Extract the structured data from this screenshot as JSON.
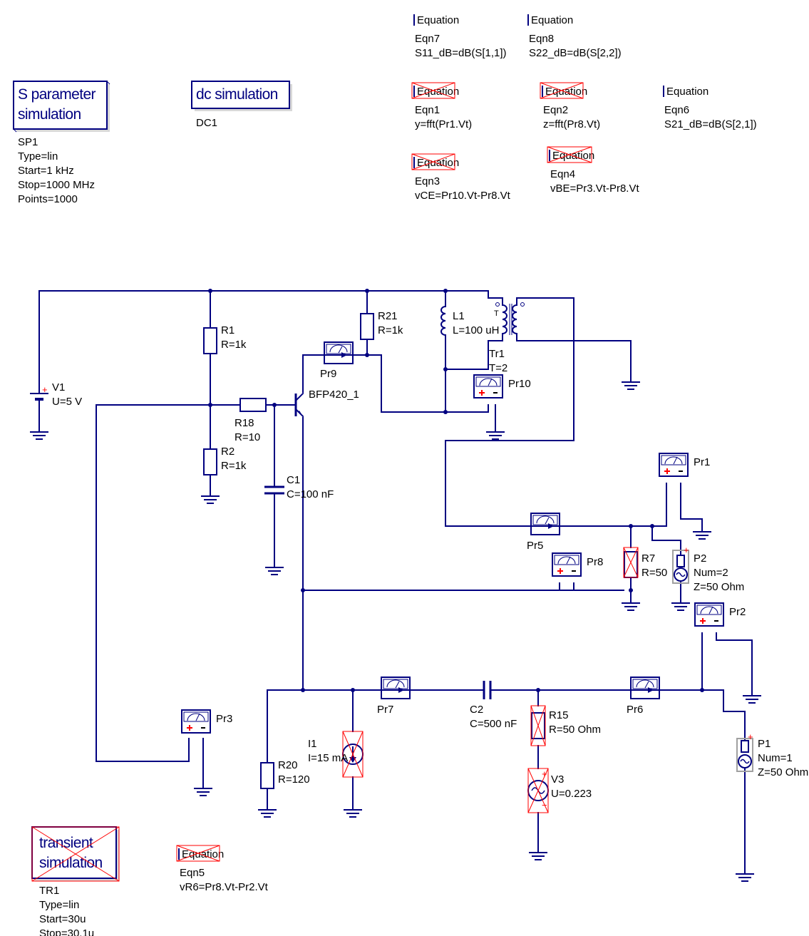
{
  "colors": {
    "wire": "#000080",
    "text": "#000000",
    "deactivated": "#ff0000",
    "background": "#ffffff"
  },
  "equations": {
    "eqn7": {
      "type": "Equation",
      "name": "Eqn7",
      "expr": "S11_dB=dB(S[1,1])"
    },
    "eqn8": {
      "type": "Equation",
      "name": "Eqn8",
      "expr": "S22_dB=dB(S[2,2])"
    },
    "eqn1": {
      "type": "Equation",
      "name": "Eqn1",
      "expr": "y=fft(Pr1.Vt)"
    },
    "eqn2": {
      "type": "Equation",
      "name": "Eqn2",
      "expr": "z=fft(Pr8.Vt)"
    },
    "eqn6": {
      "type": "Equation",
      "name": "Eqn6",
      "expr": "S21_dB=dB(S[2,1])"
    },
    "eqn3": {
      "type": "Equation",
      "name": "Eqn3",
      "expr": "vCE=Pr10.Vt-Pr8.Vt"
    },
    "eqn4": {
      "type": "Equation",
      "name": "Eqn4",
      "expr": "vBE=Pr3.Vt-Pr8.Vt"
    },
    "eqn5": {
      "type": "Equation",
      "name": "Eqn5",
      "expr": "vR6=Pr8.Vt-Pr2.Vt"
    }
  },
  "simulations": {
    "sp": {
      "line1": "S parameter",
      "line2": "simulation",
      "name": "SP1",
      "p1": "Type=lin",
      "p2": "Start=1 kHz",
      "p3": "Stop=1000 MHz",
      "p4": "Points=1000"
    },
    "dc": {
      "line1": "dc simulation",
      "name": "DC1"
    },
    "tr": {
      "line1": "transient",
      "line2": "simulation",
      "name": "TR1",
      "p1": "Type=lin",
      "p2": "Start=30u",
      "p3": "Stop=30.1u"
    }
  },
  "components": {
    "v1": {
      "name": "V1",
      "value": "U=5 V"
    },
    "r1": {
      "name": "R1",
      "value": "R=1k"
    },
    "r2": {
      "name": "R2",
      "value": "R=1k"
    },
    "r18": {
      "name": "R18",
      "value": "R=10"
    },
    "r21": {
      "name": "R21",
      "value": "R=1k"
    },
    "l1": {
      "name": "L1",
      "value": "L=100 uH"
    },
    "tr1": {
      "name": "Tr1",
      "value": "T=2",
      "mark": "T"
    },
    "q1": {
      "name": "BFP420_1"
    },
    "c1": {
      "name": "C1",
      "value": "C=100 nF"
    },
    "c2": {
      "name": "C2",
      "value": "C=500 nF"
    },
    "r7": {
      "name": "R7",
      "value": "R=50"
    },
    "r15": {
      "name": "R15",
      "value": "R=50 Ohm"
    },
    "r20": {
      "name": "R20",
      "value": "R=120"
    },
    "i1": {
      "name": "I1",
      "value": "I=15 mA"
    },
    "v3": {
      "name": "V3",
      "value": "U=0.223"
    },
    "p1": {
      "name": "P1",
      "num": "Num=1",
      "z": "Z=50 Ohm"
    },
    "p2": {
      "name": "P2",
      "num": "Num=2",
      "z": "Z=50 Ohm"
    }
  },
  "probes": {
    "pr1": "Pr1",
    "pr2": "Pr2",
    "pr3": "Pr3",
    "pr5": "Pr5",
    "pr6": "Pr6",
    "pr7": "Pr7",
    "pr8": "Pr8",
    "pr9": "Pr9",
    "pr10": "Pr10"
  },
  "symbols": {
    "plus": "+",
    "minus": "−"
  }
}
